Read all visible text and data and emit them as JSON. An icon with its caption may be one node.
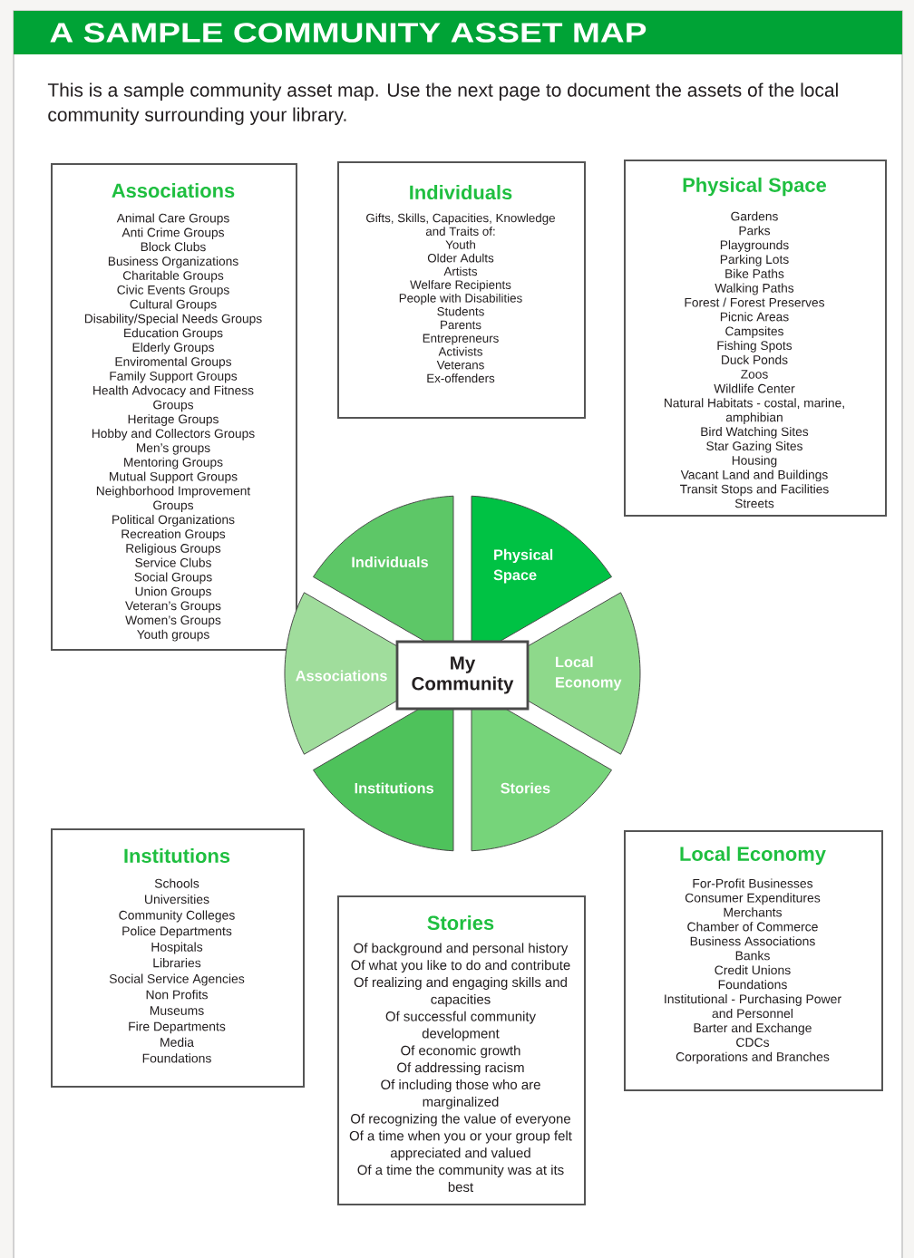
{
  "diagram": {
    "title": "A SAMPLE COMMUNITY ASSET MAP",
    "nodes": [
      {
        "text": [
          "Associations",
          "Animal Care Groups",
          "Anti Crime Groups",
          "Block Clubs",
          "Business Organizations",
          "Charitable Groups",
          "Civic Events Groups",
          "Cultural Groups",
          "Disability/Special Needs Groups",
          "Education Groups",
          "Elderly Groups",
          "Enviromental Groups",
          "Family Support Groups",
          "Health Advocacy and Fitness Groups",
          "Heritage Groups",
          "Hobby and Collectors Groups",
          "Men’s groups",
          "Mentoring Groups",
          "Mutual Support Groups",
          "Neighborhood Improvement Groups",
          "Political Organizations",
          "Recreation Groups",
          "Religious Groups",
          "Service Clubs",
          "Social Groups",
          "Union Groups",
          "Veteran’s Groups",
          "Women’s Groups",
          "Youth groups"
        ]
      },
      {
        "text": [
          "Individuals",
          "Gifts, Skills, Capacities, Knowledge and Traits of:",
          "Youth",
          "Older Adults",
          "Artists",
          "Welfare Recipients",
          "People with Disabilities",
          "Students",
          "Parents",
          "Entrepreneurs",
          "Activists",
          "Veterans",
          "Ex-offenders"
        ]
      },
      {
        "text": [
          "Physical Space",
          "Gardens",
          "Parks",
          "Playgrounds",
          "Parking Lots",
          "Bike Paths",
          "Walking Paths",
          "Forest / Forest Preserves",
          "Picnic Areas",
          "Campsites",
          "Fishing Spots",
          "Duck Ponds",
          "Zoos",
          "Wildlife Center",
          "Natural Habitats - costal, marine, amphibian",
          "Bird Watching Sites",
          "Star Gazing Sites",
          "Housing",
          "Vacant Land and Buildings",
          "Transit Stops and Facilities",
          "Streets"
        ]
      },
      {
        "text": [
          "Individuals"
        ]
      },
      {
        "text": [
          "Physical Space"
        ]
      },
      {
        "text": [
          "Associations"
        ]
      },
      {
        "text": [
          "My Community"
        ]
      },
      {
        "text": [
          "Local Economy"
        ]
      },
      {
        "text": [
          "Institutions"
        ]
      },
      {
        "text": [
          "Stories"
        ]
      },
      {
        "text": [
          "Institutions",
          "Schools",
          "Universities",
          "Community Colleges",
          "Police Departments",
          "Hospitals",
          "Libraries",
          "Social Service Agencies",
          "Non Profits",
          "Museums",
          "Fire Departments",
          "Media",
          "Foundations"
        ]
      },
      {
        "text": [
          "Stories",
          "Of background and personal history",
          "Of what you like to do and contribute",
          "Of realizing and engaging skills and capacities",
          "Of successful community development",
          "Of economic growth",
          "Of addressing racism",
          "Of including those who are marginalized",
          "Of recognizing the value of everyone",
          "Of a time when you or your group felt appreciated and valued",
          "Of a time the community was at its best"
        ]
      },
      {
        "text": [
          "Local Economy",
          "For-Profit Businesses",
          "Consumer Expenditures",
          "Merchants",
          "Chamber of Commerce",
          "Business Associations",
          "Banks",
          "Credit Unions",
          "Foundations",
          "Institutional - Purchasing Power and Personnel",
          "Barter and Exchange",
          "CDCs",
          "Corporations and Branches"
        ]
      }
    ],
    "labels": [
      "This is a sample community asset map. Use the next page to document the assets of the local community surrounding your library."
    ]
  }
}
